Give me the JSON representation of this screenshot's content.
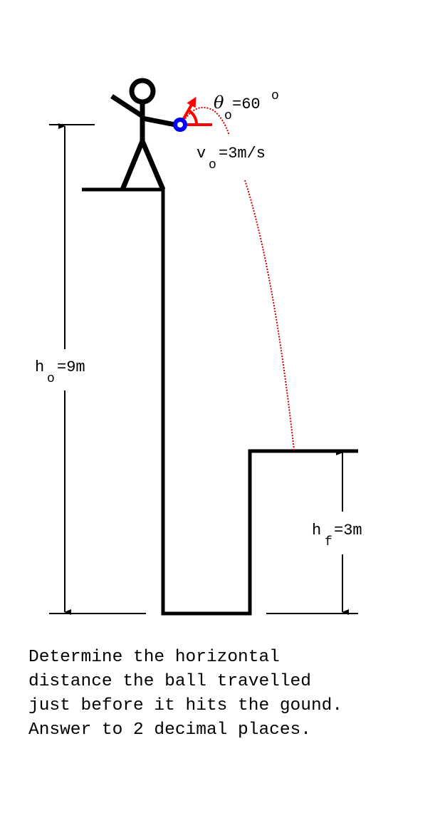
{
  "labels": {
    "theta": "θ",
    "theta_sub": "o",
    "theta_value": "=60",
    "degree": "o",
    "v": "v",
    "v_sub": "o",
    "v_value": "=3m/s",
    "h0": "h",
    "h0_sub": "o",
    "h0_value": "=9m",
    "hf": "h",
    "hf_sub": "f",
    "hf_value": "=3m"
  },
  "question": {
    "lines": [
      "Determine the horizontal",
      "distance the ball travelled",
      "just before it hits the gound.",
      "Answer to 2 decimal places."
    ]
  },
  "colors": {
    "ink": "#000000",
    "vector": "#ff0000",
    "ball": "#0000ff",
    "trajectory": "#cc0000"
  }
}
